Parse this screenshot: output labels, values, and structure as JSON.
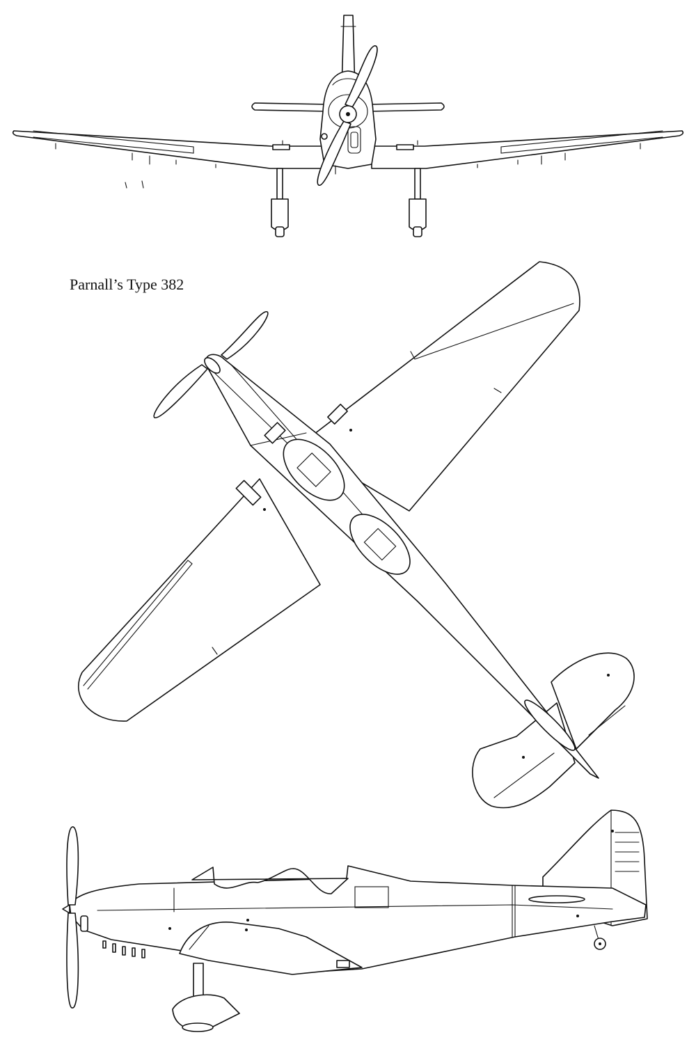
{
  "drawing": {
    "caption": "Parnall’s Type 382",
    "views": [
      "front",
      "plan",
      "side"
    ],
    "ink_color": "#111111",
    "paper_color": "#ffffff"
  }
}
